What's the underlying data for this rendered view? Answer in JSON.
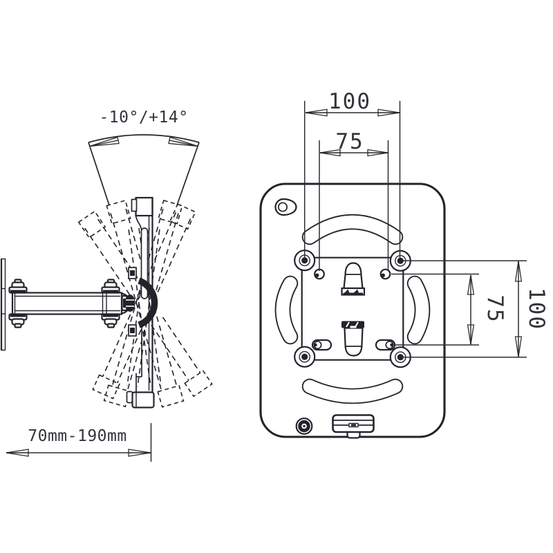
{
  "title": "Wall mount bracket technical drawing",
  "drawing": {
    "line_color": "#23232b",
    "background": "#ffffff"
  },
  "side_view": {
    "name": "side view of articulating arm wall mount",
    "tilt_range_label": "-10°/+14°",
    "extension_range_label": "70mm-190mm"
  },
  "front_view": {
    "name": "front view of VESA mounting plate",
    "dimensions": {
      "top_outer": "100",
      "top_inner": "75",
      "right_inner": "75",
      "right_outer": "100"
    }
  }
}
